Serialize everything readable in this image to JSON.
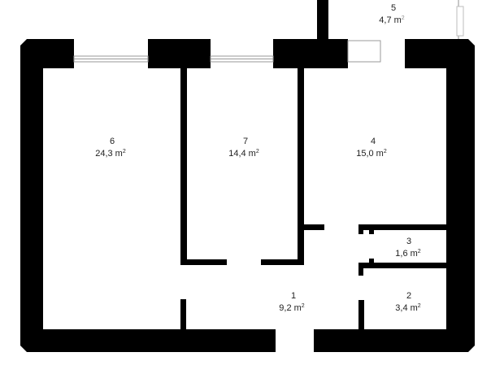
{
  "rooms": [
    {
      "id": "r1",
      "number": "1",
      "area": "9,2 m",
      "unit_sup": "2"
    },
    {
      "id": "r2",
      "number": "2",
      "area": "3,4 m",
      "unit_sup": "2"
    },
    {
      "id": "r3",
      "number": "3",
      "area": "1,6 m",
      "unit_sup": "2"
    },
    {
      "id": "r4",
      "number": "4",
      "area": "15,0 m",
      "unit_sup": "2"
    },
    {
      "id": "r5",
      "number": "5",
      "area": "4,7 m",
      "unit_sup": "2"
    },
    {
      "id": "r6",
      "number": "6",
      "area": "24,3 m",
      "unit_sup": "2"
    },
    {
      "id": "r7",
      "number": "7",
      "area": "14,4 m",
      "unit_sup": "2"
    }
  ],
  "colors": {
    "wall": "#000000",
    "window_frame": "#9a9a9a",
    "balcony": "#ffffff",
    "background": "#ffffff",
    "text": "#222222"
  }
}
